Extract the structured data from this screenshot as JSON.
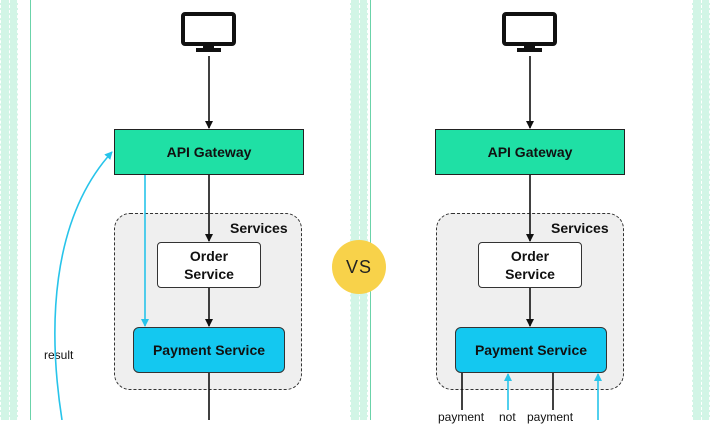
{
  "left": {
    "gateway_label": "API Gateway",
    "services_label": "Services",
    "order_service_label": "Order\nService",
    "payment_service_label": "Payment Service",
    "result_label": "result"
  },
  "right": {
    "gateway_label": "API Gateway",
    "services_label": "Services",
    "order_service_label": "Order\nService",
    "payment_service_label": "Payment Service",
    "bottom_labels": [
      "payment",
      "not",
      "payment"
    ]
  },
  "vs_label": "VS",
  "colors": {
    "gateway": "#1fe0a5",
    "payment": "#14c8f0",
    "arrow_cyan": "#27c4ea",
    "stripe": "#d2f5e6",
    "vs": "#f8d24a"
  },
  "icons": [
    "monitor-icon",
    "monitor-icon"
  ]
}
